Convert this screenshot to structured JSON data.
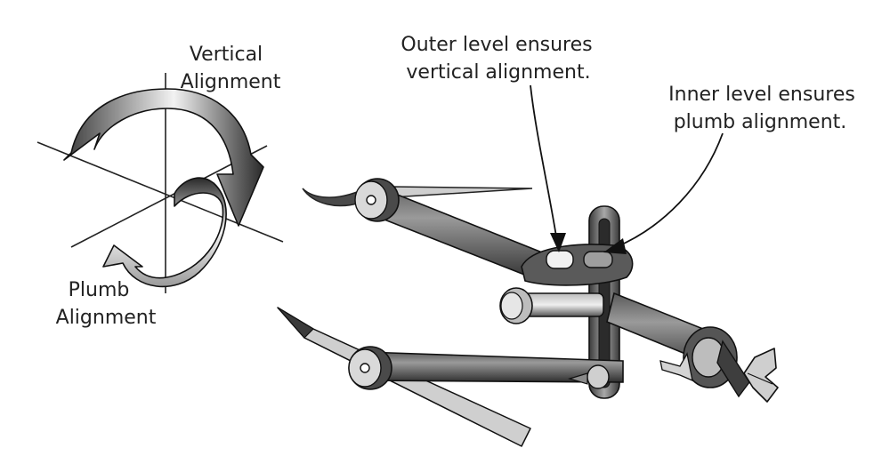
{
  "labels": {
    "vertical_line1": "Vertical",
    "vertical_line2": "Alignment",
    "plumb_line1": "Plumb",
    "plumb_line2": "Alignment",
    "outer_line1": "Outer level ensures",
    "outer_line2": "vertical alignment.",
    "inner_line1": "Inner level ensures",
    "inner_line2": "plumb alignment."
  },
  "colors": {
    "ink": "#222222",
    "arrow_dark": "#2a2a2a",
    "arrow_light": "#e9e9e9",
    "metal_dark": "#3a3a3a",
    "metal_mid": "#777777",
    "metal_light": "#bdbdbd"
  }
}
